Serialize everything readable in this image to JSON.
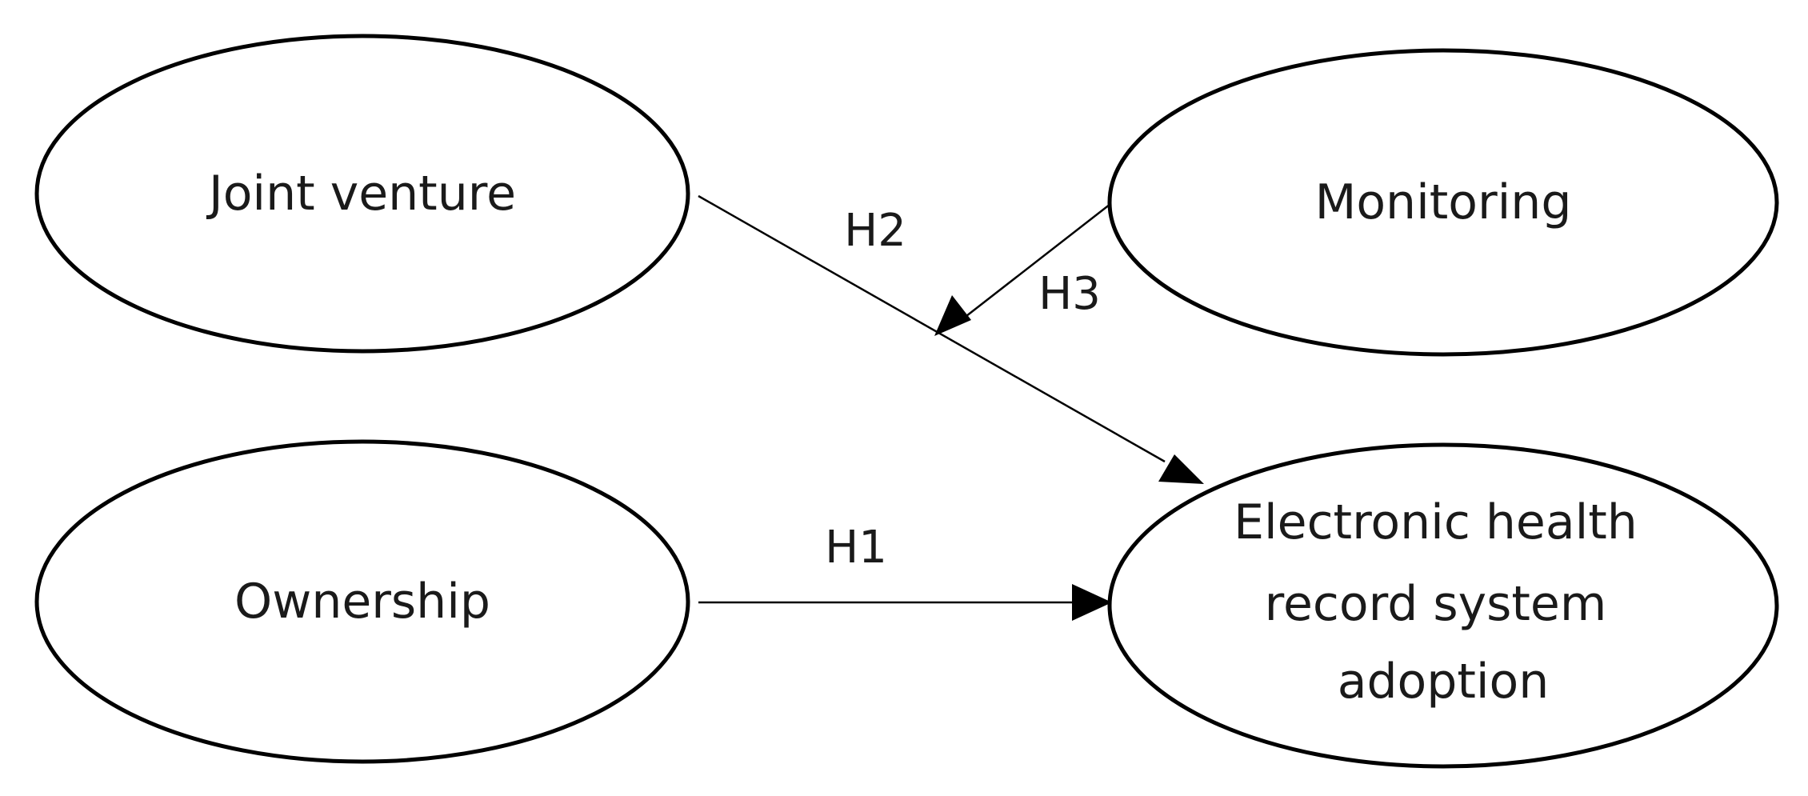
{
  "diagram": {
    "nodes": {
      "joint_venture": {
        "label": "Joint venture"
      },
      "monitoring": {
        "label": "Monitoring"
      },
      "ownership": {
        "label": "Ownership"
      },
      "ehr_adoption": {
        "lines": [
          "Electronic health",
          "record system",
          "adoption"
        ]
      }
    },
    "edges": {
      "h1": {
        "label": "H1",
        "from": "Ownership",
        "to": "Electronic health record system adoption"
      },
      "h2": {
        "label": "H2",
        "from": "Joint venture",
        "to": "Electronic health record system adoption"
      },
      "h3": {
        "label": "H3",
        "from": "Monitoring",
        "to": "H2 path (moderation)"
      }
    }
  }
}
